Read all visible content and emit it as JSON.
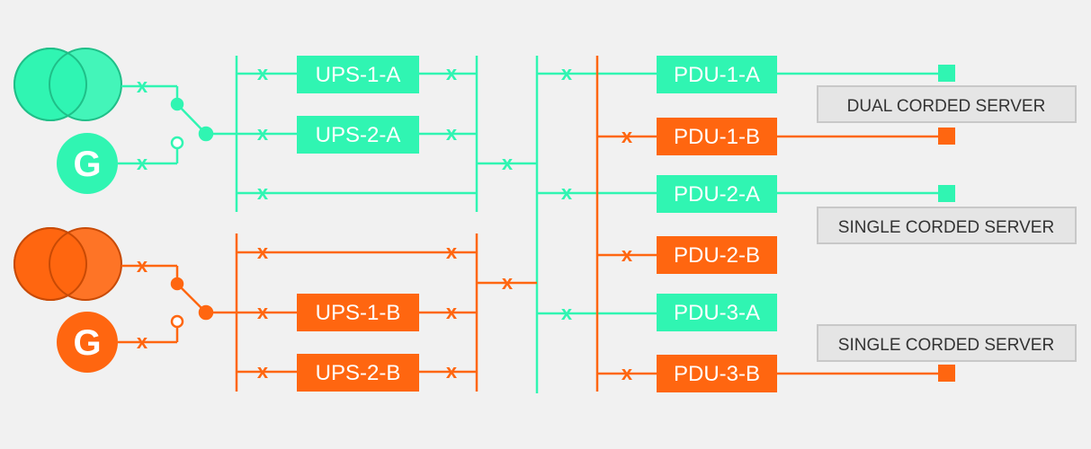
{
  "colors": {
    "a_path": "#30f5b2",
    "b_path": "#ff6610",
    "background": "#f1f1f1",
    "server_box": "#e5e5e5",
    "server_border": "#c8c8c8",
    "server_text": "#333333"
  },
  "sources": {
    "a": {
      "utility_icon": "utility-transformer-icon",
      "generator_label": "G"
    },
    "b": {
      "utility_icon": "utility-transformer-icon",
      "generator_label": "G"
    }
  },
  "ups": {
    "a": [
      "UPS-1-A",
      "UPS-2-A"
    ],
    "b": [
      "UPS-1-B",
      "UPS-2-B"
    ]
  },
  "pdus": [
    "PDU-1-A",
    "PDU-1-B",
    "PDU-2-A",
    "PDU-2-B",
    "PDU-3-A",
    "PDU-3-B"
  ],
  "servers": {
    "dual": "DUAL CORDED SERVER",
    "single_1": "SINGLE CORDED SERVER",
    "single_2": "SINGLE CORDED SERVER"
  },
  "breaker_symbol": "x"
}
